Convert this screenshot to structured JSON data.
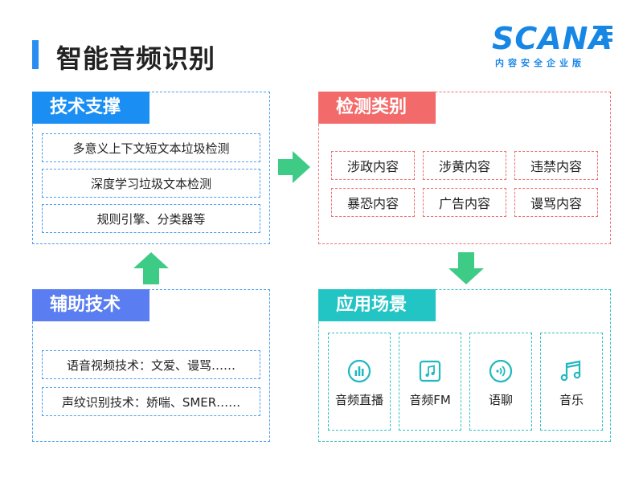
{
  "page": {
    "title": "智能音频识别"
  },
  "logo": {
    "text": "SCANA",
    "subtitle": "内容安全企业版"
  },
  "tech_support": {
    "title": "技术支撑",
    "items": [
      "多意义上下文短文本垃圾检测",
      "深度学习垃圾文本检测",
      "规则引擎、分类器等"
    ]
  },
  "detection": {
    "title": "检测类别",
    "items": [
      "涉政内容",
      "涉黄内容",
      "违禁内容",
      "暴恐内容",
      "广告内容",
      "谩骂内容"
    ]
  },
  "aux_tech": {
    "title": "辅助技术",
    "items": [
      "语音视频技术：文爱、谩骂……",
      "声纹识别技术：娇喘、SMER……"
    ]
  },
  "scenarios": {
    "title": "应用场景",
    "items": [
      {
        "label": "音频直播",
        "icon": "bar-chart-icon"
      },
      {
        "label": "音频FM",
        "icon": "music-note-icon"
      },
      {
        "label": "语聊",
        "icon": "sound-wave-icon"
      },
      {
        "label": "音乐",
        "icon": "double-note-icon"
      }
    ]
  },
  "colors": {
    "blue": "#1a8ef2",
    "red": "#f26a6a",
    "indigo": "#5a7ef2",
    "teal": "#22c4c4",
    "green_arrow": "#3ecb86"
  }
}
